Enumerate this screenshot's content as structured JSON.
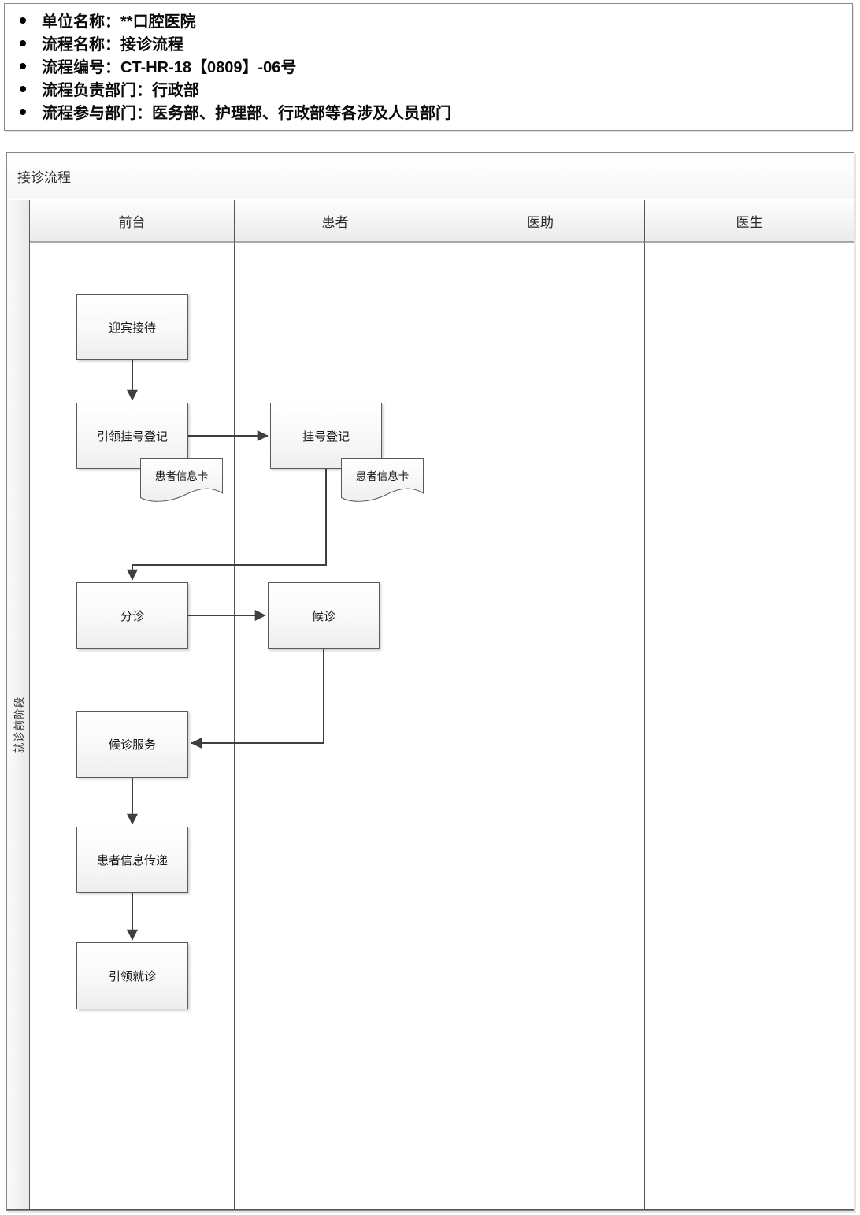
{
  "info": {
    "items": [
      "单位名称：**口腔医院",
      "流程名称：接诊流程",
      "流程编号：CT-HR-18【0809】-06号",
      "流程负责部门：行政部",
      "流程参与部门：医务部、护理部、行政部等各涉及人员部门"
    ]
  },
  "chart": {
    "title": "接诊流程",
    "stage_label": "就诊前阶段",
    "lanes": [
      {
        "label": "前台"
      },
      {
        "label": "患者"
      },
      {
        "label": "医助"
      },
      {
        "label": "医生"
      }
    ],
    "nodes": {
      "welcome": "迎宾接待",
      "guide_register": "引领挂号登记",
      "register": "挂号登记",
      "patient_card_front": "患者信息卡",
      "patient_card_patient": "患者信息卡",
      "triage": "分诊",
      "waiting": "候诊",
      "waiting_service": "候诊服务",
      "info_transfer": "患者信息传递",
      "guide_visit": "引领就诊"
    },
    "colors": {
      "connector_line": "#3f3f3f",
      "node_border": "#5a5a5a",
      "lane_line": "#555555",
      "header_rule": "#a8a8a8"
    }
  }
}
